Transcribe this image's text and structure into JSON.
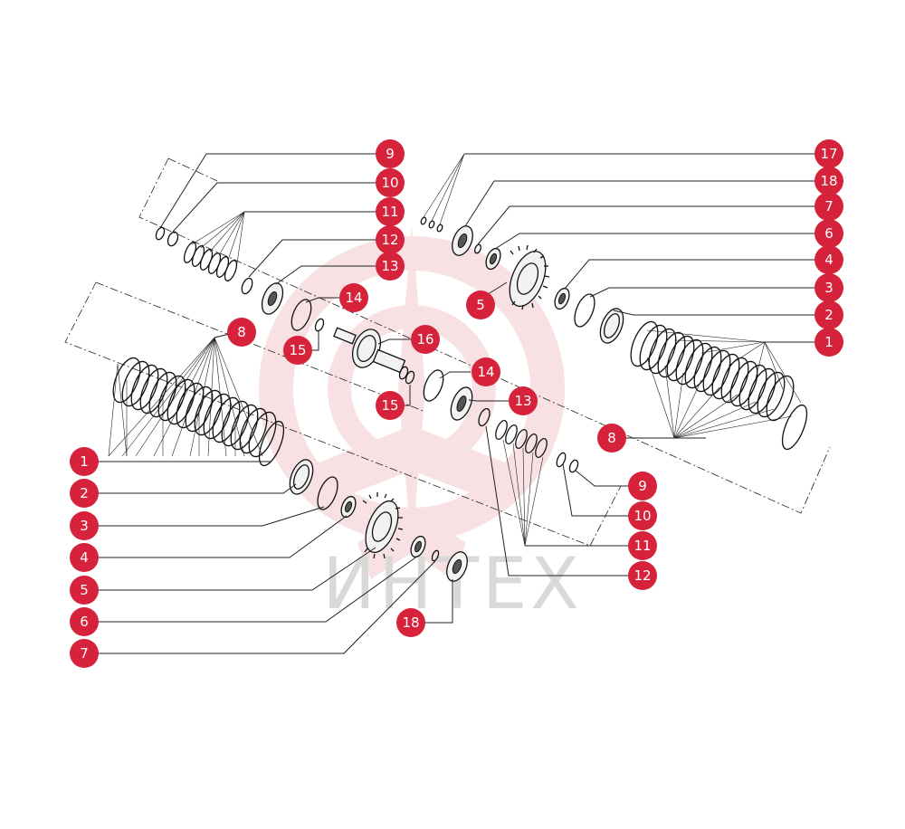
{
  "watermark": {
    "logo_name": "intech-logo-watermark",
    "text": "ИНТЕХ",
    "color": "#f4c9cc"
  },
  "colors": {
    "callout": "#d6223a",
    "line": "#222222"
  },
  "callouts": {
    "left": {
      "c1": "1",
      "c2": "2",
      "c3": "3",
      "c4": "4",
      "c5": "5",
      "c6": "6",
      "c7": "7",
      "c8": "8",
      "c9": "9",
      "c10": "10",
      "c11": "11",
      "c12": "12",
      "c13": "13",
      "c14": "14",
      "c15": "15",
      "c16": "16",
      "c18": "18"
    },
    "right": {
      "c1": "1",
      "c2": "2",
      "c3": "3",
      "c4": "4",
      "c5": "5",
      "c6": "6",
      "c7": "7",
      "c8": "8",
      "c9": "9",
      "c10": "10",
      "c11": "11",
      "c12": "12",
      "c13": "13",
      "c14": "14",
      "c15": "15",
      "c17": "17",
      "c18": "18"
    }
  }
}
